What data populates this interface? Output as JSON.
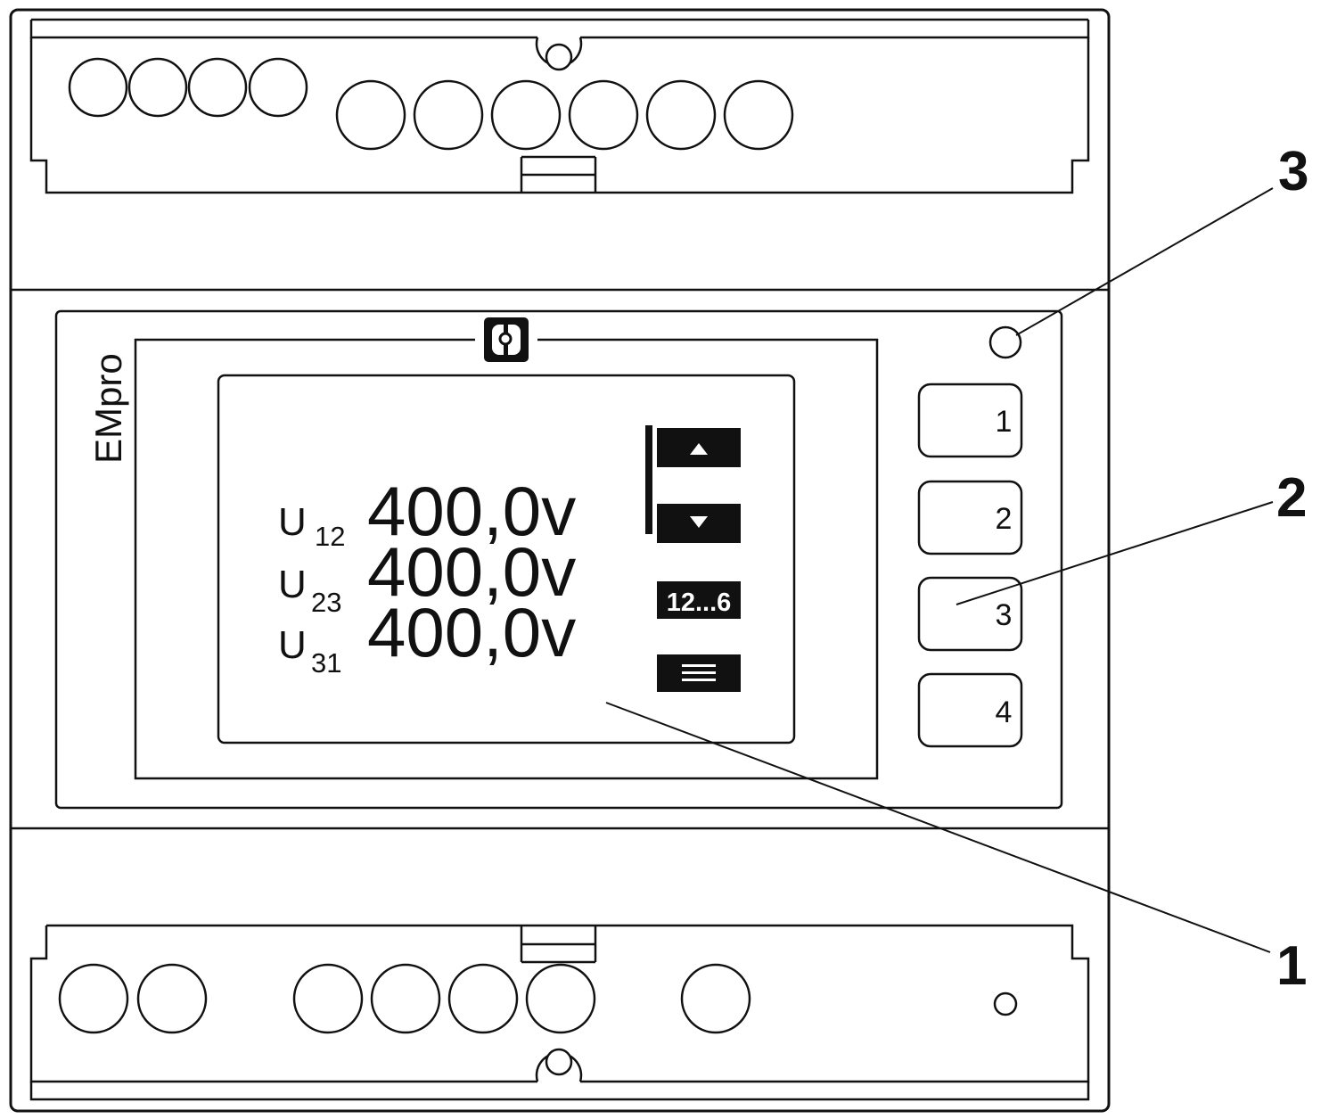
{
  "device": {
    "brand": "EMpro",
    "logo": "P"
  },
  "display": {
    "rows": [
      {
        "symbol": "U",
        "subscript": "12",
        "value": "400,0v"
      },
      {
        "symbol": "U",
        "subscript": "23",
        "value": "400,0v"
      },
      {
        "symbol": "U",
        "subscript": "31",
        "value": "400,0v"
      }
    ],
    "page_label": "12...6"
  },
  "keys": [
    {
      "label": "1"
    },
    {
      "label": "2"
    },
    {
      "label": "3"
    },
    {
      "label": "4"
    }
  ],
  "callouts": [
    {
      "label": "1"
    },
    {
      "label": "2"
    },
    {
      "label": "3"
    }
  ]
}
